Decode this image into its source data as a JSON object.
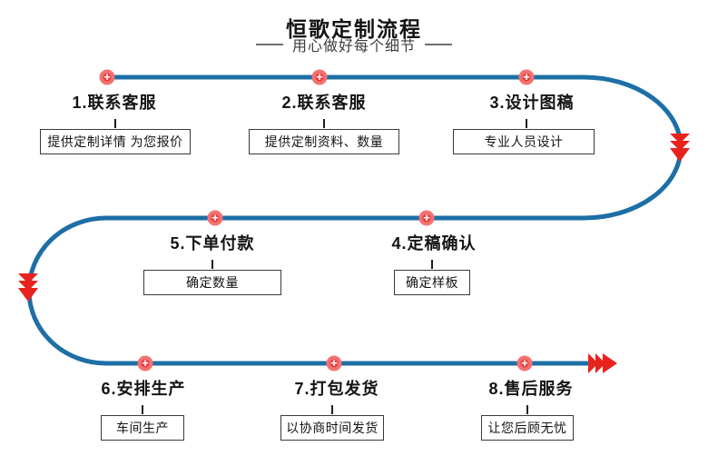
{
  "page": {
    "title": "恒歌定制流程",
    "subtitle": "用心做好每个细节"
  },
  "icons": {
    "marker_plus": "+",
    "down_arrow": "triple-chevron-down",
    "right_arrow": "triple-chevron-right"
  },
  "colors": {
    "path_blue": "#1d6fa5",
    "marker_red": "#df2a2a",
    "marker_ring_red": "#f47272",
    "arrow_red": "#e8231d",
    "text_black": "#141414",
    "box_border": "#3a3a3a"
  },
  "steps": [
    {
      "label": "1.联系客服",
      "detail": "提供定制详情 为您报价"
    },
    {
      "label": "2.联系客服",
      "detail": "提供定制资料、数量"
    },
    {
      "label": "3.设计图稿",
      "detail": "专业人员设计"
    },
    {
      "label": "4.定稿确认",
      "detail": "确定样板"
    },
    {
      "label": "5.下单付款",
      "detail": "确定数量"
    },
    {
      "label": "6.安排生产",
      "detail": "车间生产"
    },
    {
      "label": "7.打包发货",
      "detail": "以协商时间发货"
    },
    {
      "label": "8.售后服务",
      "detail": "让您后顾无忧"
    }
  ]
}
